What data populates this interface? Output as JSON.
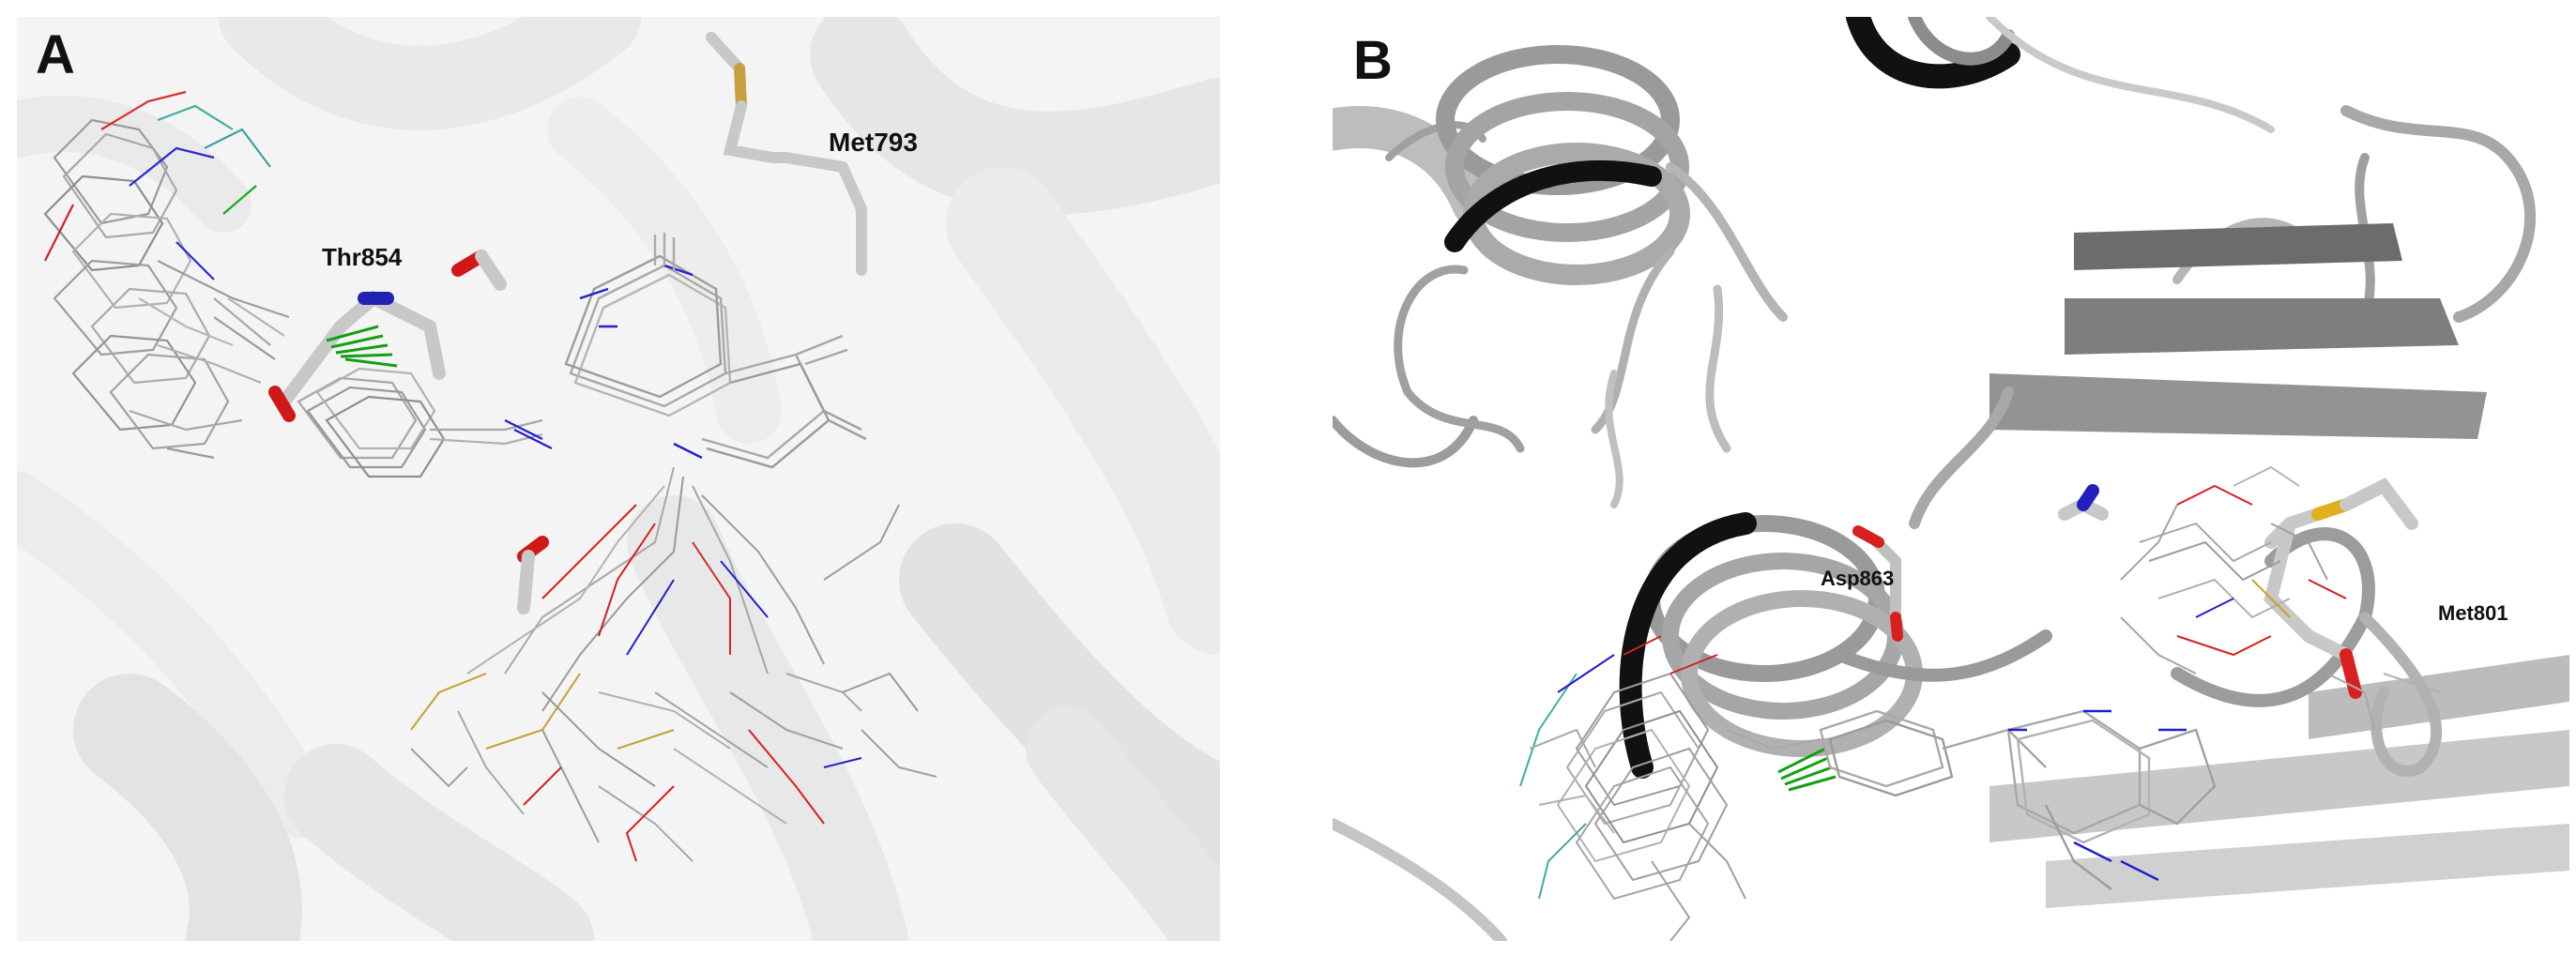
{
  "panels": {
    "a": {
      "letter": "A",
      "labels": {
        "met793": "Met793",
        "thr854": "Thr854"
      }
    },
    "b": {
      "letter": "B",
      "labels": {
        "asp863": "Asp863",
        "met801": "Met801"
      }
    }
  },
  "colors": {
    "carbon": "#b9b9b9",
    "nitrogen": "#2020d8",
    "oxygen": "#e01818",
    "sulfur": "#d8b030",
    "halogen": "#18b018",
    "ribbon_light": "#e6e6e6",
    "ribbon_dark": "#8a8a8a",
    "helix_back": "#111111"
  },
  "icons": [
    "protein-ribbon-background",
    "ligand-ensemble",
    "residue-stick"
  ]
}
